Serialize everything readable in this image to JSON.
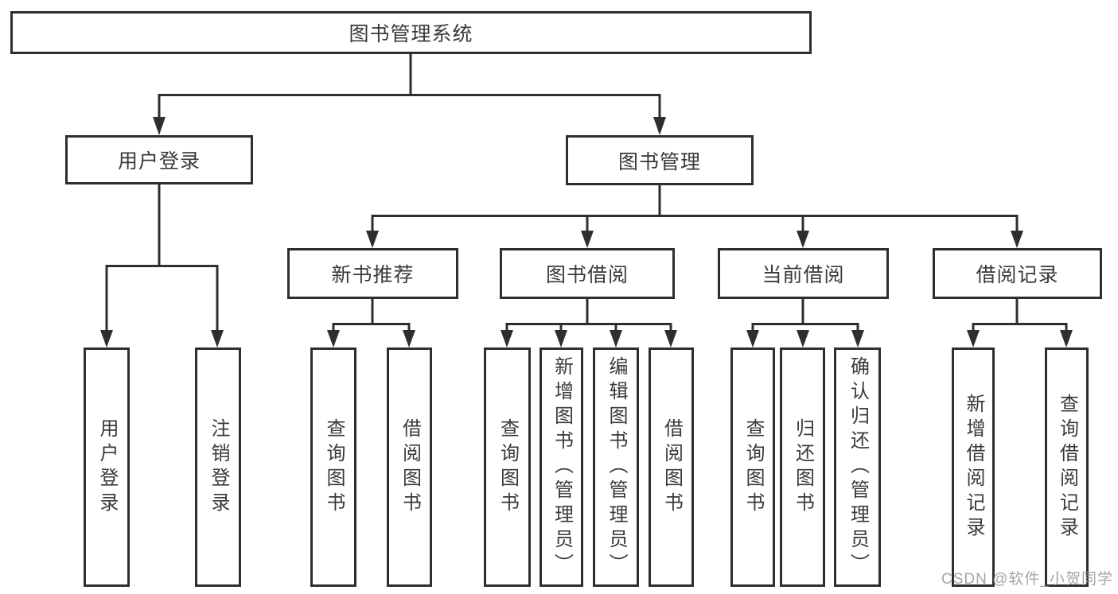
{
  "diagram_title": "图书管理系统",
  "nodes": {
    "root": "图书管理系统",
    "user_login": "用户登录",
    "book_management": "图书管理",
    "new_book_recommend": "新书推荐",
    "book_borrow": "图书借阅",
    "current_borrow": "当前借阅",
    "borrow_records": "借阅记录"
  },
  "leaves": {
    "user_login": [
      "用户登录",
      "注销登录"
    ],
    "new_book_recommend": [
      "查询图书",
      "借阅图书"
    ],
    "book_borrow": [
      "查询图书",
      "新增图书（管理员）",
      "编辑图书（管理员）",
      "借阅图书"
    ],
    "current_borrow": [
      "查询图书",
      "归还图书",
      "确认归还（管理员）"
    ],
    "borrow_records": [
      "新增借阅记录",
      "查询借阅记录"
    ]
  },
  "hierarchy": {
    "root_children": [
      "用户登录",
      "图书管理"
    ],
    "book_management_children": [
      "新书推荐",
      "图书借阅",
      "当前借阅",
      "借阅记录"
    ]
  },
  "watermark": "CSDN @软件_小贺同学",
  "colors": {
    "line": "#2e2e2e",
    "text": "#3a3a3a",
    "background": "#ffffff",
    "watermark": "#949494"
  }
}
